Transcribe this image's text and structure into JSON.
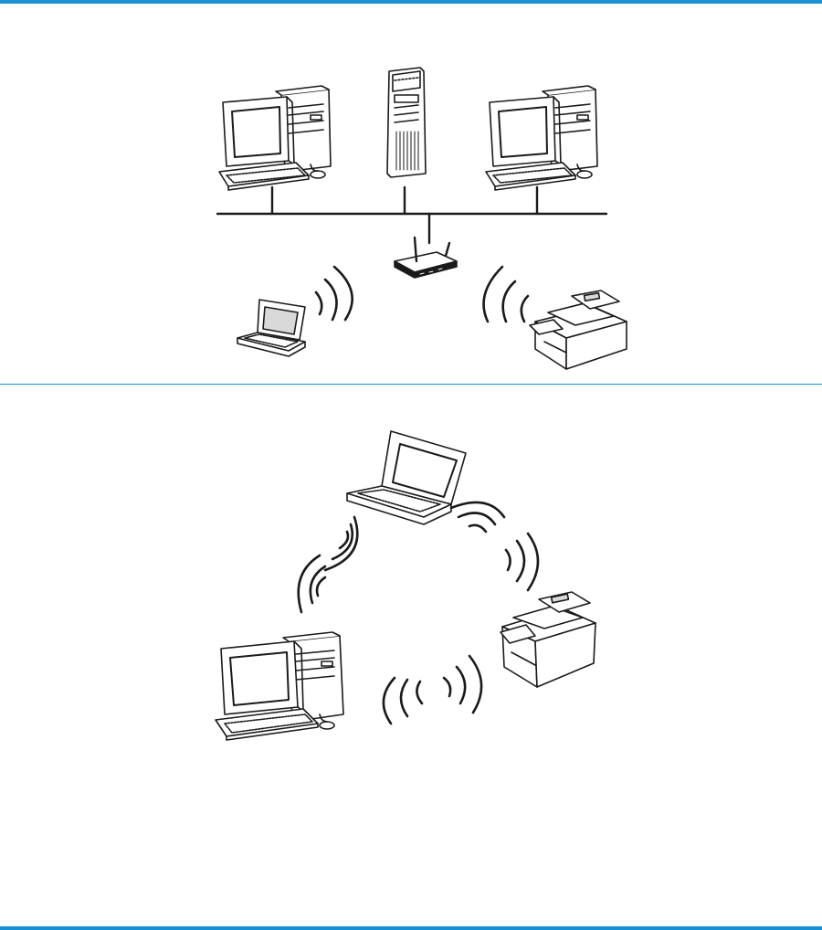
{
  "colors": {
    "rule": "#1a8fd1",
    "ink": "#1a1a1a",
    "panel_light": "#ffffff",
    "panel_grey": "#d9d9d9"
  },
  "diagrams": [
    {
      "id": "infrastructure-network",
      "mode": "wired-plus-wireless-access-point",
      "devices": [
        {
          "kind": "desktop-computer-icon"
        },
        {
          "kind": "tower-server-icon"
        },
        {
          "kind": "desktop-computer-icon"
        },
        {
          "kind": "wireless-router-icon"
        },
        {
          "kind": "laptop-icon"
        },
        {
          "kind": "multifunction-printer-icon"
        }
      ],
      "links": [
        {
          "from": "desktop-computer-1",
          "to": "network-bus",
          "type": "wired"
        },
        {
          "from": "tower-server",
          "to": "network-bus",
          "type": "wired"
        },
        {
          "from": "desktop-computer-2",
          "to": "network-bus",
          "type": "wired"
        },
        {
          "from": "wireless-router",
          "to": "network-bus",
          "type": "wired"
        },
        {
          "from": "laptop",
          "to": "wireless-router",
          "type": "wireless"
        },
        {
          "from": "printer",
          "to": "wireless-router",
          "type": "wireless"
        }
      ]
    },
    {
      "id": "ad-hoc-network",
      "mode": "peer-to-peer-wireless",
      "devices": [
        {
          "kind": "laptop-icon"
        },
        {
          "kind": "desktop-computer-icon"
        },
        {
          "kind": "multifunction-printer-icon"
        }
      ],
      "links": [
        {
          "from": "laptop",
          "to": "desktop-computer",
          "type": "wireless"
        },
        {
          "from": "laptop",
          "to": "printer",
          "type": "wireless"
        },
        {
          "from": "desktop-computer",
          "to": "printer",
          "type": "wireless"
        }
      ]
    }
  ]
}
